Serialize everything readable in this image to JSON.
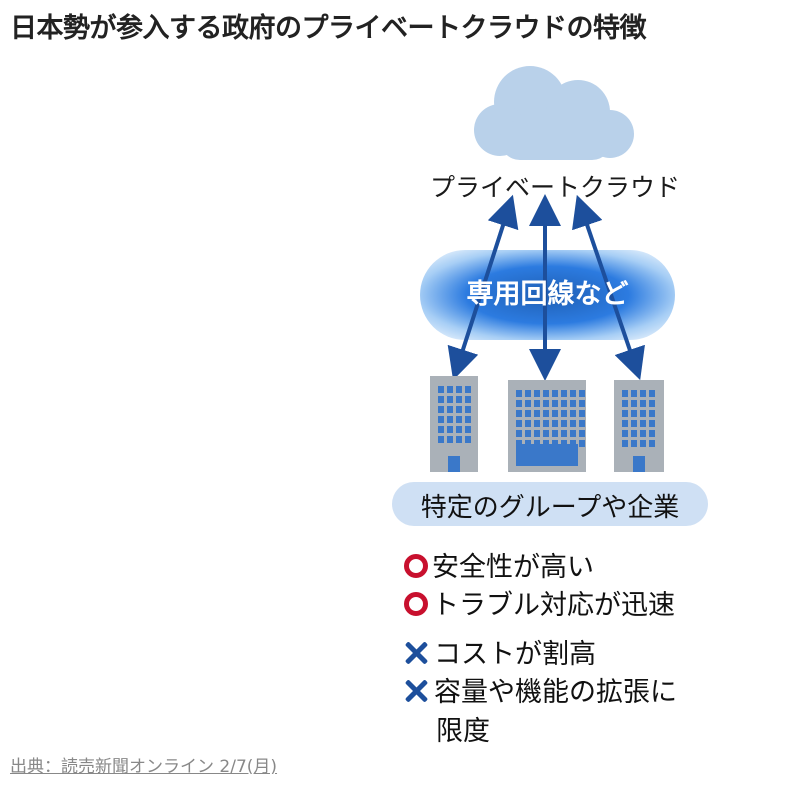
{
  "title": "日本勢が参入する政府のプライベートクラウドの特徴",
  "diagram": {
    "cloud_label": "プライベートクラウド",
    "connection_label": "専用回線など",
    "group_label": "特定のグループや企業",
    "pros": [
      "安全性が高い",
      "トラブル対応が迅速"
    ],
    "cons": [
      "コストが割高",
      "容量や機能の拡張に",
      "限度"
    ]
  },
  "source": "出典：読売新聞オンライン 2/7(月)",
  "colors": {
    "cloud": "#b9d1ea",
    "arrow": "#1d4f9c",
    "band": "#2c7be0",
    "building": "#aab1b8",
    "window": "#3a78c9",
    "pro_mark": "#c8102e",
    "con_mark": "#1d4f9c",
    "pill": "#cfe0f4"
  },
  "icons": {
    "cloud": "cloud-icon",
    "building": "building-icon",
    "pro": "circle-icon",
    "con": "cross-icon"
  }
}
